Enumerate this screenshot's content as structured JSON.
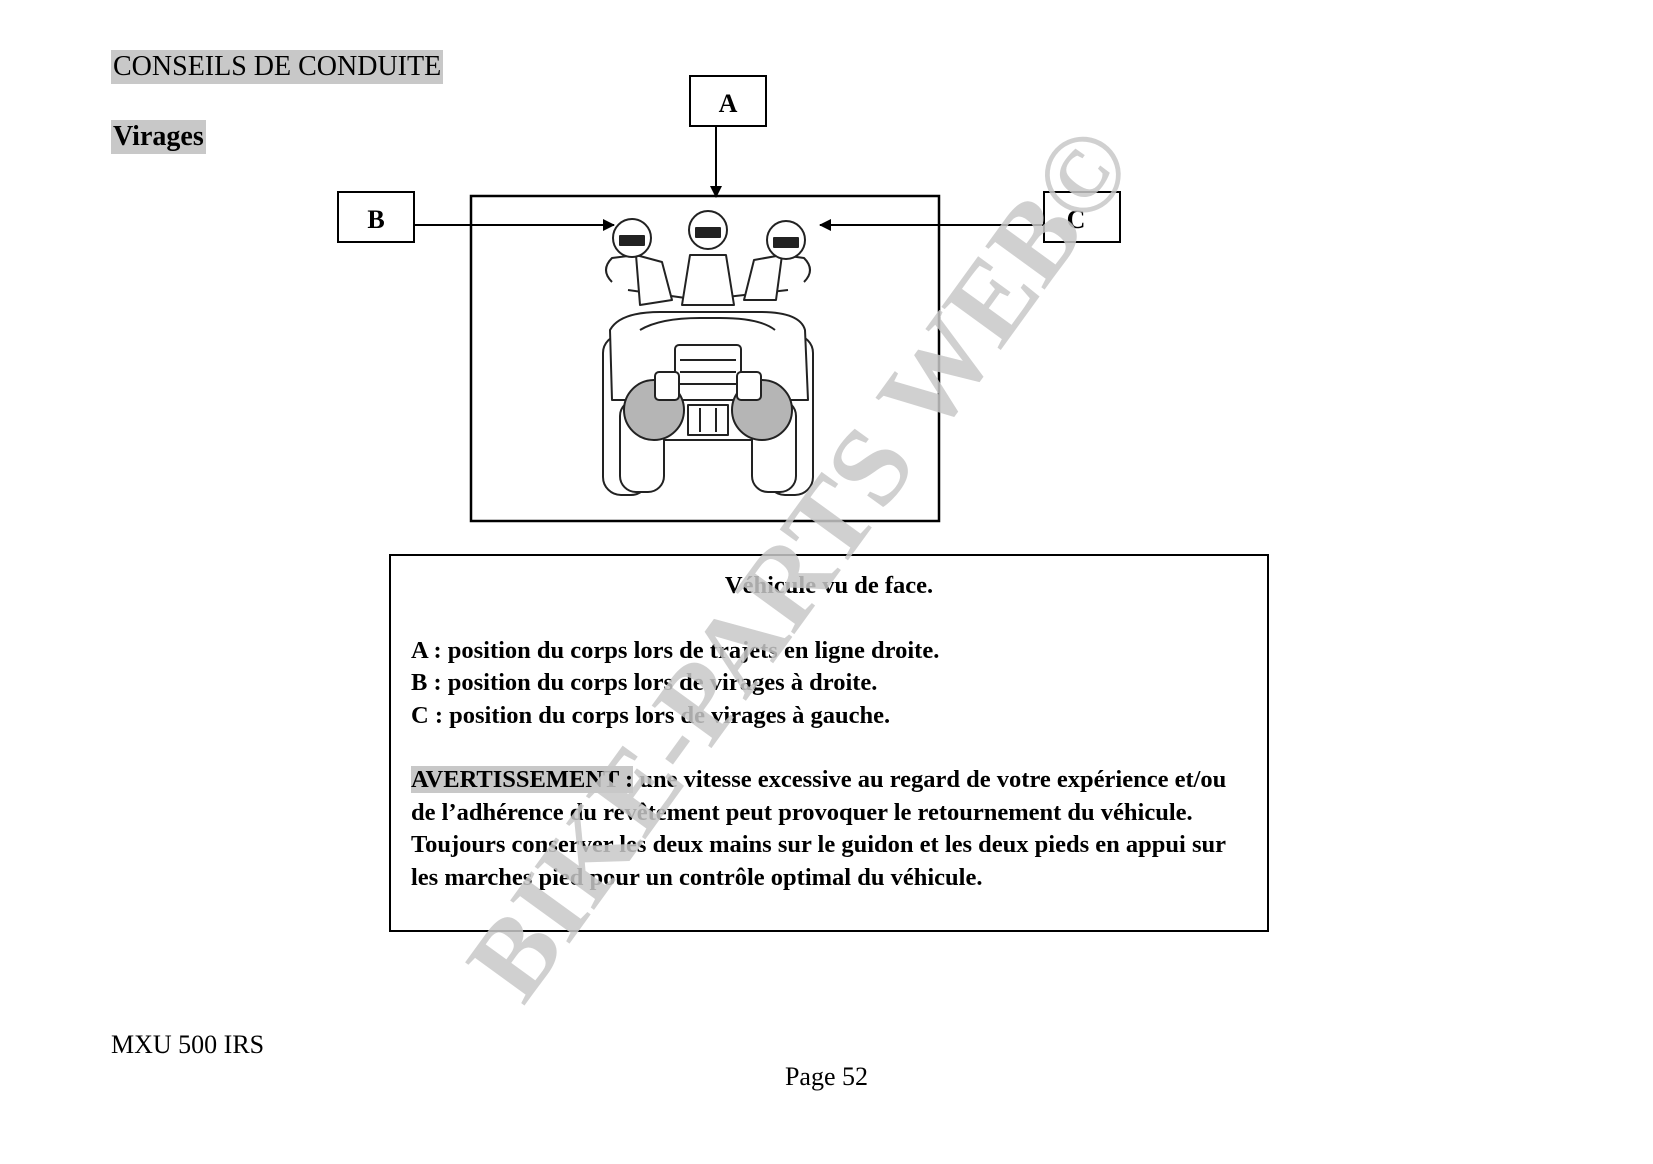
{
  "header": {
    "section_title": "CONSEILS DE CONDUITE",
    "subsection_title": "Virages"
  },
  "figure": {
    "callouts": {
      "a": "A",
      "b": "B",
      "c": "C"
    }
  },
  "caption": {
    "title": "Véhicule vu de face.",
    "legend": [
      "A : position du corps lors de trajets en ligne droite.",
      "B : position du corps lors de virages à droite.",
      "C : position du corps lors de virages à gauche."
    ],
    "warning_label": "AVERTISSEMENT :",
    "warning_text": " une vitesse excessive au regard de votre expérience et/ou de l’adhérence du revêtement peut provoquer le retournement du véhicule.",
    "advice_text": "Toujours conserver les deux mains sur le guidon et les deux pieds en appui sur les marches pied pour un contrôle optimal du véhicule."
  },
  "footer": {
    "model": "MXU 500 IRS",
    "page": "Page 52"
  },
  "watermark": {
    "text": "BIKE-PARTS WEB©",
    "color": "#c8c8c8"
  }
}
